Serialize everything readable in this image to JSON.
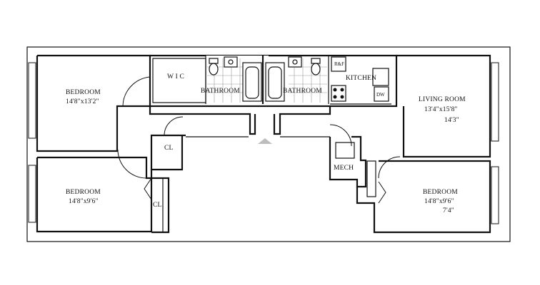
{
  "rooms": {
    "bedroom_top_left": {
      "name": "BEDROOM",
      "dims": "14'8\"x13'2\""
    },
    "bedroom_bottom_left": {
      "name": "BEDROOM",
      "dims": "14'8\"x9'6\""
    },
    "wic": {
      "name": "W I C"
    },
    "bathroom_left": {
      "name": "BATHROOM"
    },
    "bathroom_right": {
      "name": "BATHROOM"
    },
    "kitchen": {
      "name": "KITCHEN",
      "fridge": "R&F",
      "dishwasher": "DW"
    },
    "living_room": {
      "name": "LIVING ROOM",
      "dims": "13'4\"x15'8\"",
      "dims_corrected": "14'3\""
    },
    "closet_center": {
      "name": "CL"
    },
    "closet_left": {
      "name": "CL"
    },
    "mech": {
      "name": "MECH"
    },
    "bedroom_right": {
      "name": "BEDROOM",
      "dims": "14'8\"x9'6\"",
      "dims_corrected": "7'4\""
    }
  },
  "colors": {
    "wall": "#111111",
    "tile": "#9a9a9a",
    "entry_marker": "#bdbdbd"
  },
  "icons": [
    "toilet-icon",
    "bathtub-icon",
    "sink-icon",
    "stove-icon",
    "entry-arrow-icon"
  ]
}
